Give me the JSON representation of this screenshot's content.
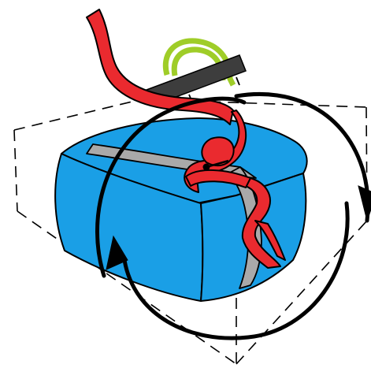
{
  "colors": {
    "background": "#ffffff",
    "outline": "#000000",
    "bag_blue": "#1a9fe6",
    "bag_blue_dark": "#0f86c8",
    "strap_red": "#ea2a2f",
    "band_gray": "#a9a9a9",
    "band_gray_light": "#c8c8c8",
    "handle_green": "#9fcd28",
    "bar_dark": "#3d3d3d",
    "arrow": "#000000",
    "dashed_box": "#000000"
  },
  "parts": {
    "bag": "blue-padded-bag",
    "band": "gray-compression-band",
    "strap": "red-strap",
    "handle": "green-handle",
    "bar": "dark-handle-bar",
    "arrows": [
      "circular-arrow-vertical",
      "circular-arrow-horizontal"
    ],
    "box": "dashed-bounding-box"
  }
}
